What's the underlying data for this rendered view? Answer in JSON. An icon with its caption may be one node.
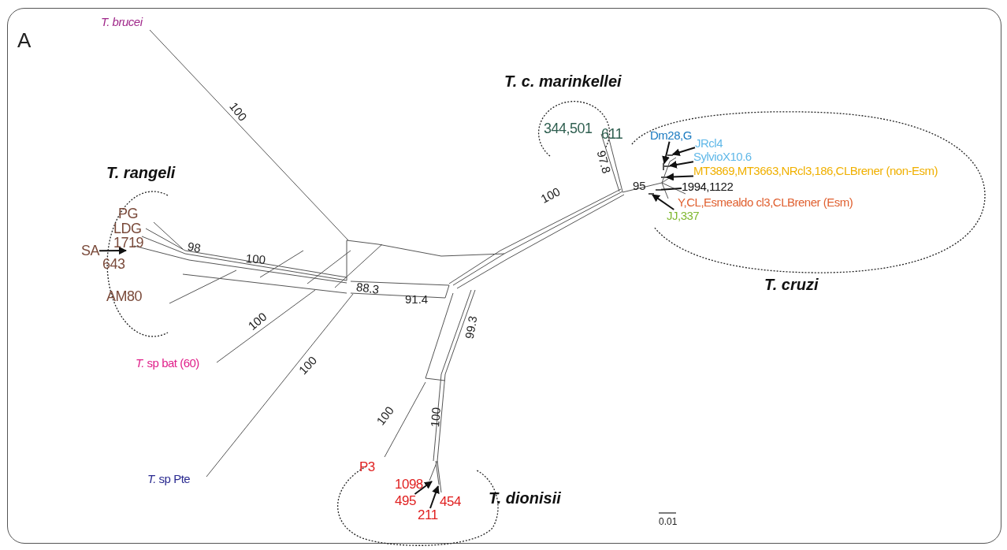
{
  "diagram": {
    "nodes": [
      {
        "text": [
          "T. brucei"
        ]
      },
      {
        "text": [
          "T. rangeli"
        ]
      },
      {
        "text": [
          "PG"
        ],
        "in": 1
      },
      {
        "text": [
          "LDG"
        ],
        "in": 1
      },
      {
        "text": [
          "1719"
        ],
        "in": 1
      },
      {
        "text": [
          "SA"
        ],
        "in": 1
      },
      {
        "text": [
          "643"
        ],
        "in": 1
      },
      {
        "text": [
          "AM80"
        ],
        "in": 1
      },
      {
        "text": [
          "T. c. marinkellei"
        ]
      },
      {
        "text": [
          "344,501"
        ],
        "in": 8
      },
      {
        "text": [
          "611"
        ],
        "in": 8
      },
      {
        "text": [
          "T. cruzi"
        ]
      },
      {
        "text": [
          "Dm28,G"
        ],
        "in": 11
      },
      {
        "text": [
          "JRcl4"
        ],
        "in": 11
      },
      {
        "text": [
          "SylvioX10.6"
        ],
        "in": 11
      },
      {
        "text": [
          "MT3869,MT3663,NRcl3,186,CLBrener (non-Esm)"
        ],
        "in": 11
      },
      {
        "text": [
          "1994,1122"
        ],
        "in": 11
      },
      {
        "text": [
          "Y,CL,Esmealdo cl3,CLBrener (Esm)"
        ],
        "in": 11
      },
      {
        "text": [
          "JJ,337"
        ],
        "in": 11
      },
      {
        "text": [
          "*T.* sp bat (60)"
        ]
      },
      {
        "text": [
          "*T.* sp Pte"
        ]
      },
      {
        "text": [
          "T. dionisii"
        ]
      },
      {
        "text": [
          "P3"
        ],
        "in": 21
      },
      {
        "text": [
          "1098"
        ],
        "in": 21
      },
      {
        "text": [
          "495"
        ],
        "in": 21
      },
      {
        "text": [
          "211"
        ],
        "in": 21
      },
      {
        "text": [
          "454"
        ],
        "in": 21
      },
      {
        "text": [],
        "shape": "bar",
        "in": 11
      },
      {
        "text": [],
        "shape": "bar",
        "in": 11
      },
      {
        "text": [],
        "shape": "bar",
        "in": 11
      },
      {
        "text": [],
        "shape": "bar",
        "in": 11
      },
      {
        "text": [],
        "shape": "bar",
        "in": 11
      },
      {
        "text": [],
        "shape": "bar",
        "in": 11
      }
    ],
    "edges": [
      {
        "from": 5,
        "to": null,
        "arrow": "to"
      },
      {
        "from": 12,
        "to": 27,
        "arrow": "to"
      },
      {
        "from": 13,
        "to": 28,
        "arrow": "to"
      },
      {
        "from": 14,
        "to": 29,
        "arrow": "to"
      },
      {
        "from": 15,
        "to": 30,
        "arrow": "to"
      },
      {
        "from": 16,
        "to": 31,
        "arrow": "none"
      },
      {
        "from": 18,
        "to": 32,
        "arrow": "to"
      },
      {
        "from": 24,
        "to": null,
        "arrow": "to"
      },
      {
        "from": 25,
        "to": null,
        "arrow": "to"
      }
    ],
    "labels": [
      "A",
      "100",
      "97.8",
      "95",
      "100",
      "98",
      "100",
      "88.3",
      "91.4",
      "99.3",
      "100",
      "100",
      "100",
      "100",
      "0.01"
    ]
  }
}
